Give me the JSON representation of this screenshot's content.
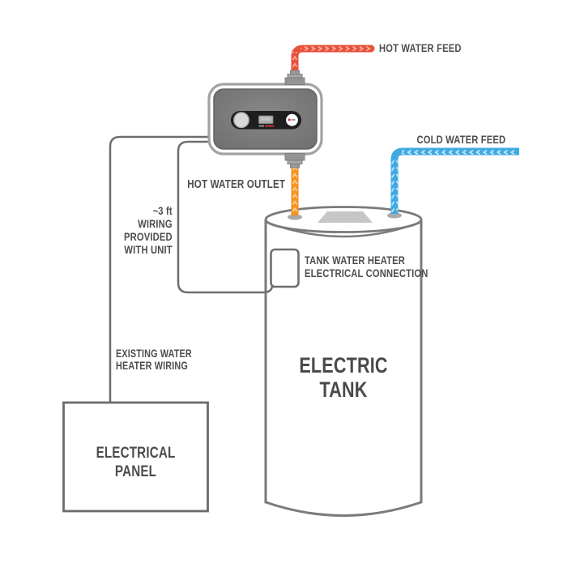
{
  "labels": {
    "hot_water_feed": "HOT WATER FEED",
    "cold_water_feed": "COLD WATER FEED",
    "hot_water_outlet": "HOT WATER OUTLET",
    "tank_connection": {
      "line1": "TANK WATER HEATER",
      "line2": "ELECTRICAL CONNECTION"
    },
    "wiring_note": {
      "line1": "~3 ft",
      "line2": "WIRING",
      "line3": "PROVIDED",
      "line4": "WITH UNIT"
    },
    "existing_wiring": {
      "line1": "EXISTING WATER",
      "line2": "HEATER WIRING"
    },
    "electrical_panel": {
      "line1": "ELECTRICAL",
      "line2": "PANEL"
    },
    "electric_tank": {
      "line1": "ELECTRIC",
      "line2": "TANK"
    }
  },
  "colors": {
    "hot_feed_pipe": "#E8503A",
    "hot_feed_chevron": "#F6AC9E",
    "hot_outlet_pipe": "#F6921E",
    "hot_outlet_chevron": "#FBD3A0",
    "cold_feed_pipe": "#3FA9E0",
    "cold_feed_chevron": "#C3E6F7",
    "wire": "#6E6E6E",
    "tank_outline": "#7A7A7A",
    "panel_outline": "#6B6B6B",
    "label_text": "#4D4D4D"
  }
}
